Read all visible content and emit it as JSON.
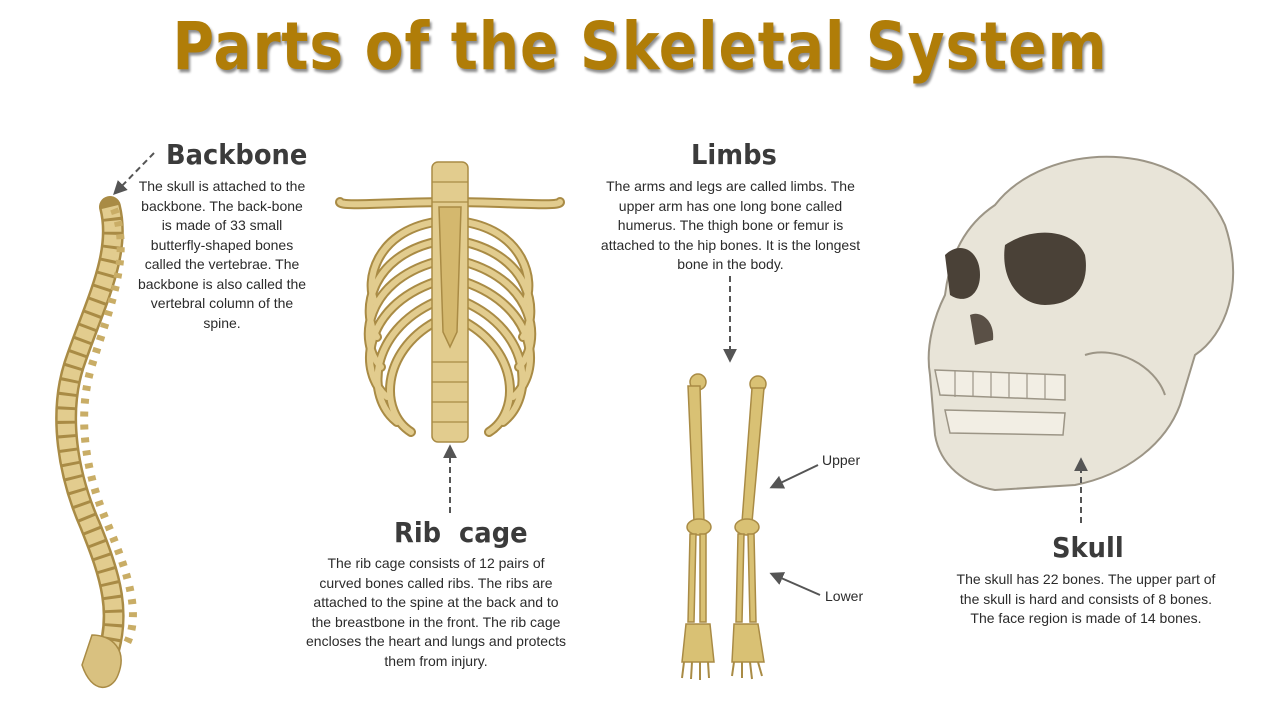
{
  "title": "Parts of the Skeletal System",
  "colors": {
    "title": "#b07d08",
    "bone": "#e2cc8e",
    "bone_dark": "#a98b45",
    "skull": "#e8e4d8",
    "arrow": "#555555"
  },
  "backbone": {
    "heading": "Backbone",
    "text": "The skull is attached to the backbone. The back-bone is made of 33 small butterfly-shaped bones called the vertebrae. The backbone is also called the vertebral column of the spine."
  },
  "ribcage": {
    "heading": "Rib  cage",
    "text": "The rib cage consists of 12 pairs of curved bones called ribs. The ribs are attached to the spine at the back and to the breastbone in the front. The rib cage encloses the heart and lungs and protects them from injury."
  },
  "limbs": {
    "heading": "Limbs",
    "text": "The arms and legs are called limbs. The upper arm has one long bone called humerus. The thigh bone or femur is attached to the hip bones. It is the longest bone in the body.",
    "upper_label": "Upper",
    "lower_label": "Lower"
  },
  "skull": {
    "heading": "Skull",
    "text": "The skull has 22 bones. The upper part of the skull is hard and consists of 8 bones. The face region is made of 14 bones."
  },
  "icons": [
    "spine-icon",
    "ribcage-icon",
    "leg-bones-icon",
    "skull-icon"
  ]
}
